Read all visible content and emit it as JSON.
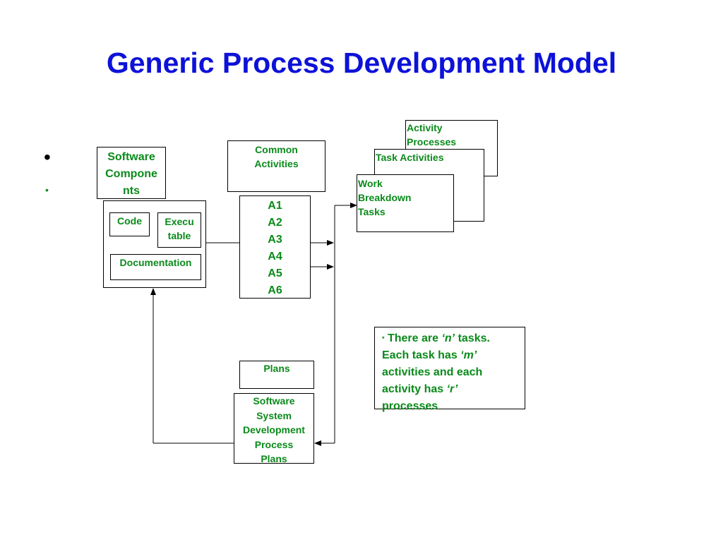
{
  "slide": {
    "title": "Generic Process Development Model",
    "bullet_symbol_large": "•",
    "bullet_symbol_small": "•"
  },
  "colors": {
    "title": "#0d12d8",
    "text": "#0a8a1a",
    "lines": "#000000"
  },
  "boxes": {
    "software_components": [
      "Software",
      "Compone",
      "nts"
    ],
    "code": "Code",
    "executable": [
      "Execu",
      "table"
    ],
    "documentation": "Documentation",
    "common_activities": [
      "Common",
      "Activities"
    ],
    "activities_list": [
      "A1",
      "A2",
      "A3",
      "A4",
      "A5",
      "A6"
    ],
    "activity_processes": [
      "Activity",
      "Processes"
    ],
    "task_activities": "Task Activities",
    "work_breakdown": [
      "Work",
      "Breakdown",
      "Tasks"
    ],
    "plans": "Plans",
    "ssdp": [
      "Software",
      "System",
      "Development",
      "Process",
      "Plans"
    ]
  },
  "note": {
    "star": "*",
    "line1_a": "There are ",
    "line1_n": "‘n’",
    "line1_b": " tasks.",
    "line2_a": "Each task has ",
    "line2_m": "‘m’",
    "line3": "activities and each",
    "line4_a": "activity has ",
    "line4_r": "‘r’",
    "line5": "processes"
  }
}
